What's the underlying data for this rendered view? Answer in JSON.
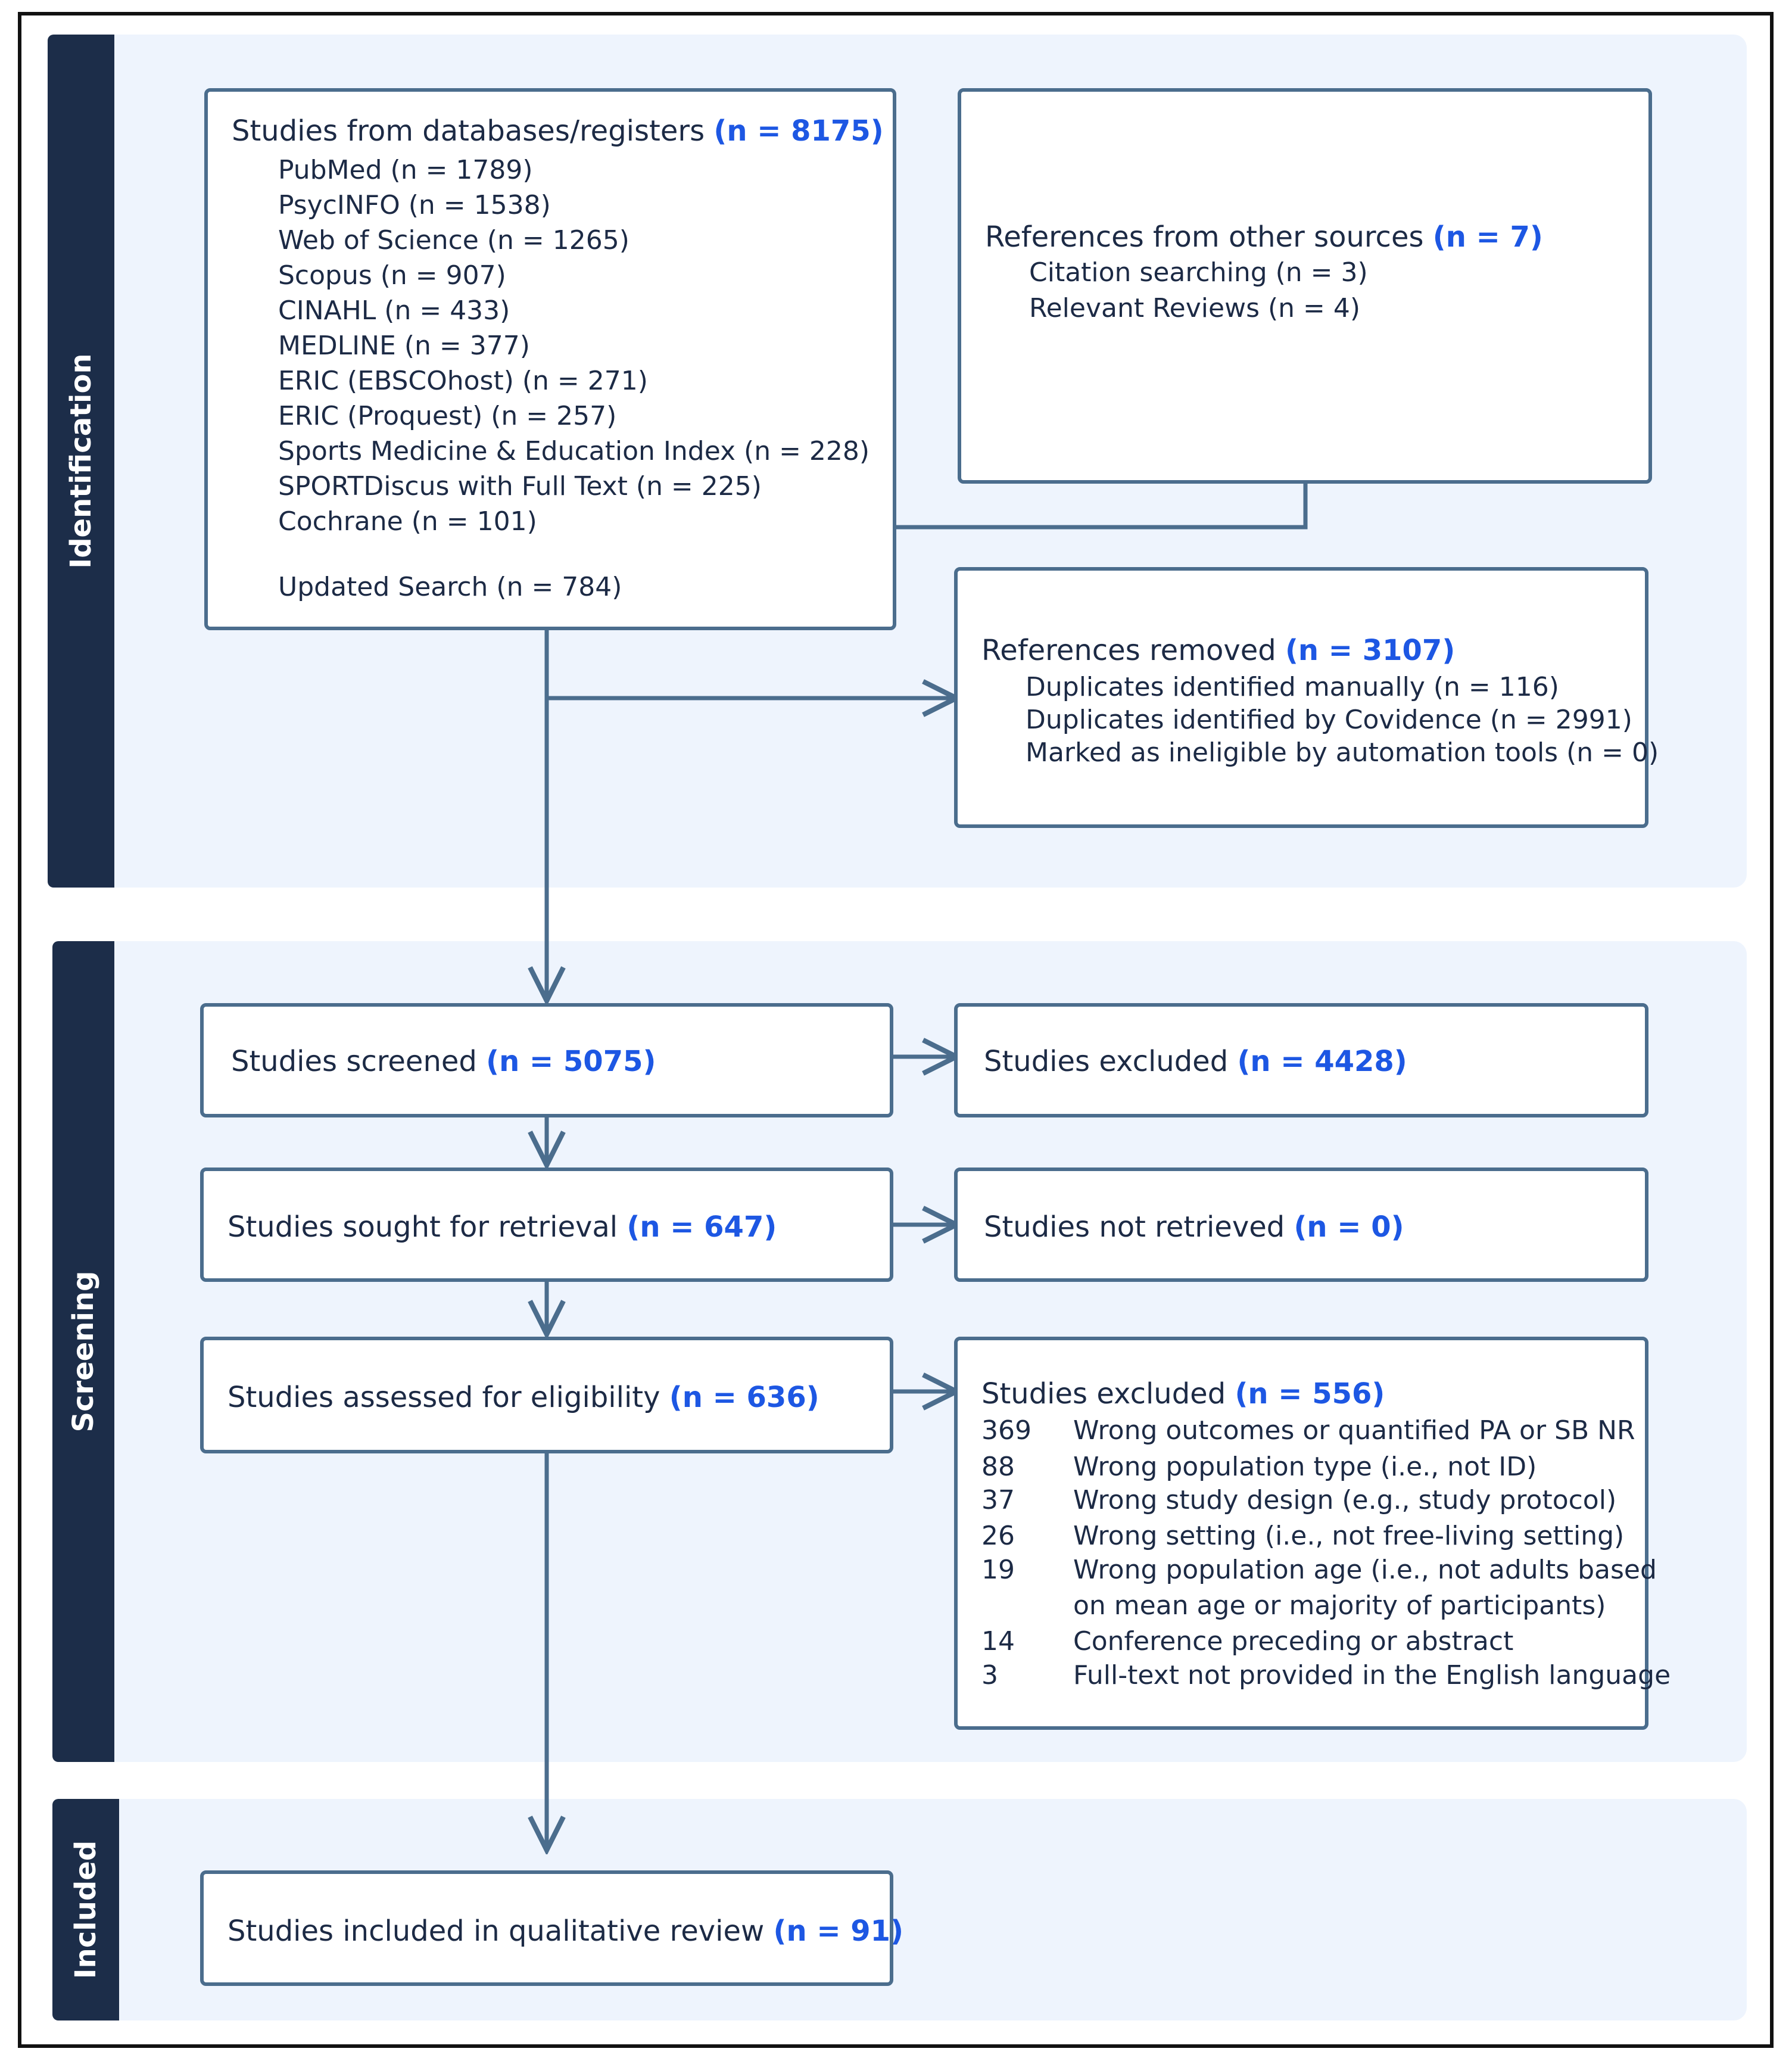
{
  "phases": {
    "identification": "Identification",
    "screening": "Screening",
    "included": "Included"
  },
  "databases": {
    "title": "Studies from databases/registers",
    "count": "(n = 8175)",
    "items": [
      "PubMed (n = 1789)",
      "PsycINFO (n = 1538)",
      "Web of Science (n = 1265)",
      "Scopus (n = 907)",
      "CINAHL (n = 433)",
      "MEDLINE (n = 377)",
      "ERIC (EBSCOhost) (n = 271)",
      "ERIC (Proquest) (n = 257)",
      "Sports Medicine & Education Index (n = 228)",
      "SPORTDiscus with Full Text (n = 225)",
      "Cochrane (n = 101)"
    ],
    "updated": "Updated Search (n = 784)"
  },
  "other_sources": {
    "title": "References from other sources",
    "count": "(n = 7)",
    "items": [
      "Citation searching (n = 3)",
      "Relevant Reviews (n = 4)"
    ]
  },
  "removed": {
    "title": "References removed",
    "count": "(n = 3107)",
    "items": [
      "Duplicates identified manually (n = 116)",
      "Duplicates identified by Covidence (n = 2991)",
      "Marked as ineligible by automation tools (n = 0)"
    ]
  },
  "screened": {
    "title": "Studies screened",
    "count": "(n = 5075)"
  },
  "excluded_screen": {
    "title": "Studies excluded",
    "count": "(n = 4428)"
  },
  "sought": {
    "title": "Studies sought for retrieval",
    "count": "(n = 647)"
  },
  "not_retrieved": {
    "title": "Studies not retrieved",
    "count": "(n = 0)"
  },
  "assessed": {
    "title": "Studies assessed for eligibility",
    "count": "(n = 636)"
  },
  "excluded_full": {
    "title": "Studies excluded",
    "count": "(n = 556)",
    "reasons": [
      {
        "n": "369",
        "text": "Wrong outcomes or quantified PA or SB NR"
      },
      {
        "n": "88",
        "text": "Wrong population type (i.e., not ID)"
      },
      {
        "n": "37",
        "text": "Wrong study design (e.g., study protocol)"
      },
      {
        "n": "26",
        "text": "Wrong setting (i.e., not free-living setting)"
      },
      {
        "n": "19",
        "text": "Wrong population age (i.e., not adults based",
        "cont": "on mean age or majority of participants)"
      },
      {
        "n": "14",
        "text": "Conference preceding or abstract"
      },
      {
        "n": "3",
        "text": "Full-text not provided in the English language"
      }
    ]
  },
  "included": {
    "title": "Studies included in qualitative review",
    "count": "(n = 91)"
  }
}
